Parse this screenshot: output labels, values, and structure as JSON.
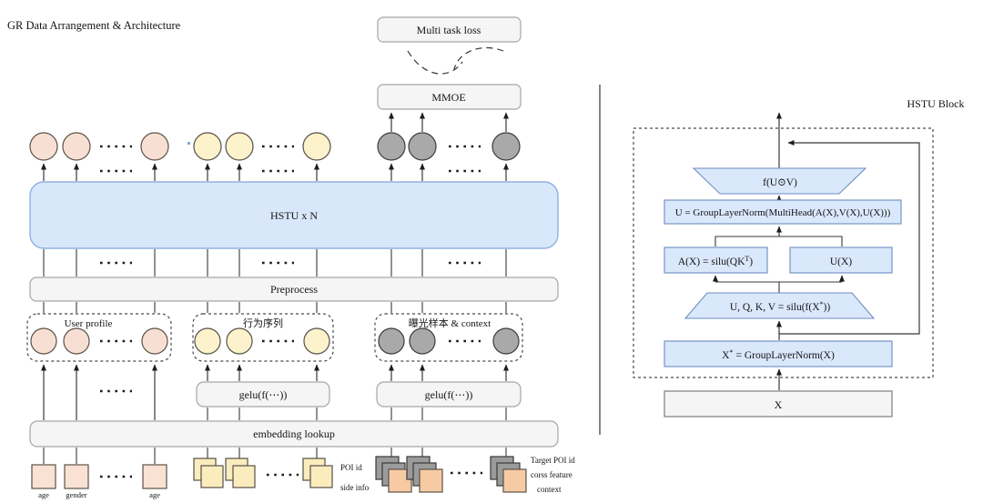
{
  "title": "GR Data Arrangement & Architecture",
  "left": {
    "multi_task_loss": "Multi task loss",
    "mmoe": "MMOE",
    "hstu": "HSTU x N",
    "preprocess": "Preprocess",
    "embedding": "embedding lookup",
    "gelu": "gelu(f(⋯))",
    "groups": [
      {
        "label": "User profile"
      },
      {
        "label": "行为序列"
      },
      {
        "label": "曝光样本 & context"
      }
    ],
    "inputs": {
      "age1": "age",
      "gender": "gender",
      "age2": "age",
      "poi_line1": "POI id",
      "poi_line2": "side info",
      "target_line1": "Target POI id",
      "target_line2": "corss feature",
      "target_line3": "context"
    }
  },
  "right": {
    "block_title": "HSTU Block",
    "f_uv": "f(U⊙V)",
    "u_norm": "U = GroupLayerNorm(MultiHead(A(X),V(X),U(X)))",
    "ax_pre": "A(X) = silu(QK",
    "ax_sup": "T",
    "ax_post": ")",
    "ux": "U(X)",
    "uqkv_pre": "U, Q, K, V = silu(f(X",
    "uqkv_sup": "*",
    "uqkv_post": "))",
    "xstar_pre": "X",
    "xstar_sup": "*",
    "xstar_post": "= GroupLayerNorm(X)",
    "x": "X"
  },
  "colors": {
    "blue_fill": "#DAE8FC",
    "blue_stroke": "#6C8EBF",
    "gray_fill": "#F5F5F5",
    "pink": "#F8DFD3",
    "yellow": "#FCF2CB",
    "gray_circle": "#A9A9A9",
    "orange": "#F6CBA4"
  }
}
